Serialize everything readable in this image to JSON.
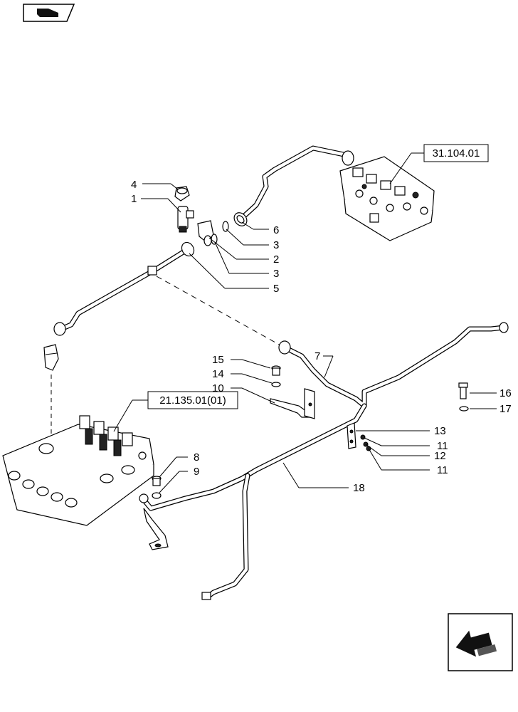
{
  "icons": {
    "top_left": "hand-pointer-icon",
    "bottom_right": "next-page-arrow-icon"
  },
  "refs": {
    "valve_ref": "31.104.01",
    "block_ref": "21.135.01(01)"
  },
  "callouts": {
    "c1": "1",
    "c2": "2",
    "c3a": "3",
    "c3b": "3",
    "c4": "4",
    "c5": "5",
    "c6": "6",
    "c7": "7",
    "c8": "8",
    "c9": "9",
    "c10": "10",
    "c11a": "11",
    "c11b": "11",
    "c12": "12",
    "c13": "13",
    "c14": "14",
    "c15": "15",
    "c16": "16",
    "c17": "17",
    "c18": "18"
  }
}
